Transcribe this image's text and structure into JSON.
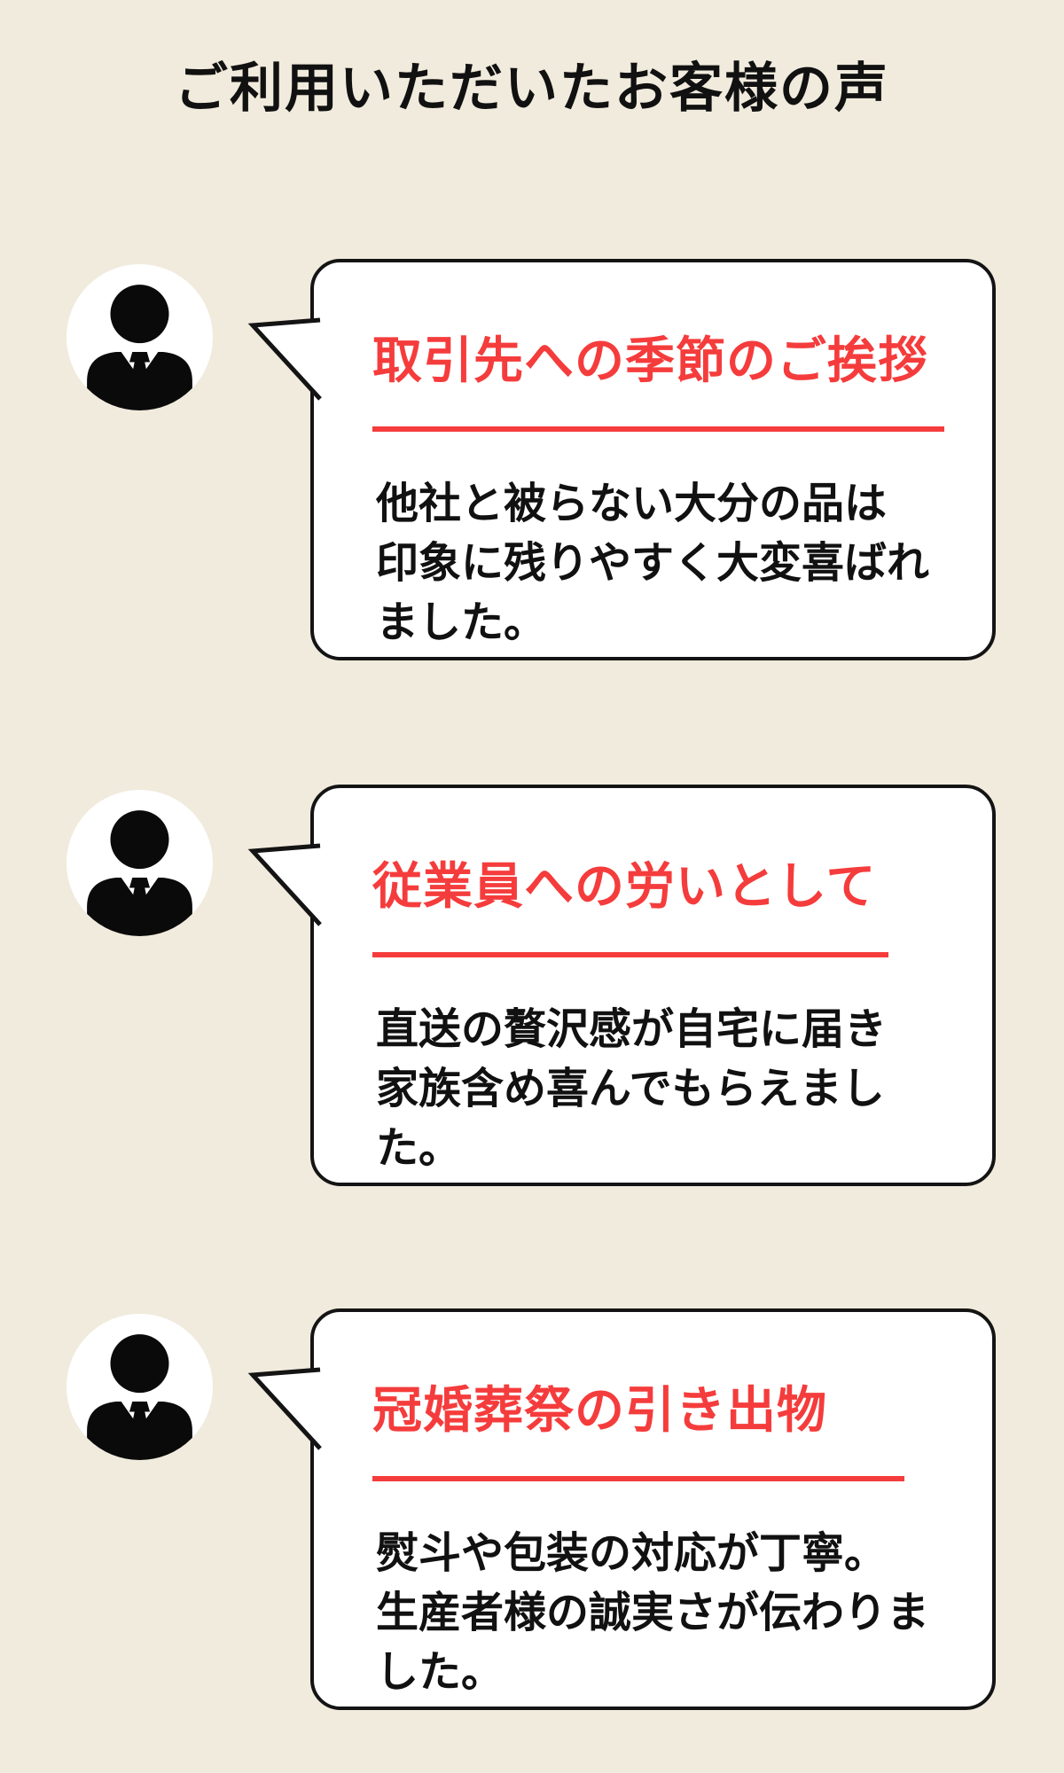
{
  "page": {
    "title": "ご利用いただいたお客様の声"
  },
  "colors": {
    "accent_red": "#f53c3c",
    "page_background": "#f1ebdd",
    "bubble_border": "#141414",
    "bubble_fill": "#ffffff"
  },
  "testimonials": [
    {
      "heading": "取引先への季節のご挨拶",
      "body": "他社と被らない大分の品は\n印象に残りやすく大変喜ばれました。"
    },
    {
      "heading": "従業員への労いとして",
      "body": "直送の贅沢感が自宅に届き\n家族含め喜んでもらえました。"
    },
    {
      "heading": "冠婚葬祭の引き出物",
      "body": "熨斗や包装の対応が丁寧。\n生産者様の誠実さが伝わりました。"
    }
  ]
}
